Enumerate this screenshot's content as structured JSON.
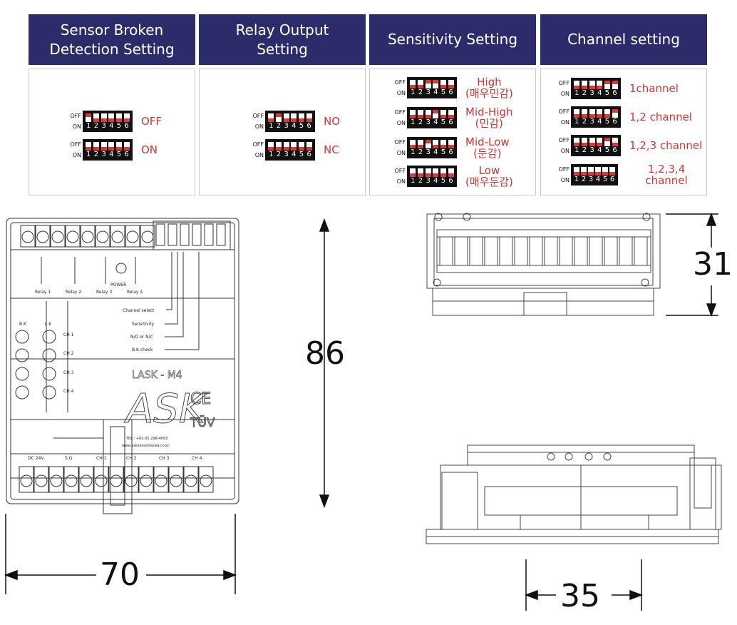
{
  "headers": {
    "sensor_broken": [
      "Sensor Broken",
      "Detection Setting"
    ],
    "relay_output": [
      "Relay Output",
      "Setting"
    ],
    "sensitivity": "Sensitivity Setting",
    "channel": "Channel setting"
  },
  "switch_labels": {
    "off": "OFF",
    "on": "ON",
    "numbers": [
      "1",
      "2",
      "3",
      "4",
      "5",
      "6"
    ]
  },
  "sensor_rows": [
    {
      "value": "OFF",
      "pos": [
        "off",
        "on",
        "on",
        "on",
        "on",
        "on"
      ]
    },
    {
      "value": "ON",
      "pos": [
        "on",
        "on",
        "on",
        "on",
        "on",
        "on"
      ]
    }
  ],
  "relay_rows": [
    {
      "value": "NO",
      "pos": [
        "on",
        "off",
        "on",
        "on",
        "on",
        "on"
      ]
    },
    {
      "value": "NC",
      "pos": [
        "on",
        "on",
        "on",
        "on",
        "on",
        "on"
      ]
    }
  ],
  "sensitivity_rows": [
    {
      "value": [
        "High",
        "(매우민감)"
      ],
      "pos": [
        "on",
        "on",
        "off",
        "off",
        "on",
        "on"
      ]
    },
    {
      "value": [
        "Mid-High",
        "(민감)"
      ],
      "pos": [
        "on",
        "on",
        "on",
        "off",
        "on",
        "on"
      ]
    },
    {
      "value": [
        "Mid-Low",
        "(둔감)"
      ],
      "pos": [
        "on",
        "on",
        "off",
        "on",
        "on",
        "on"
      ]
    },
    {
      "value": [
        "Low",
        "(매우둔감)"
      ],
      "pos": [
        "on",
        "on",
        "on",
        "on",
        "on",
        "on"
      ]
    }
  ],
  "channel_rows": [
    {
      "value": "1channel",
      "pos": [
        "on",
        "on",
        "on",
        "on",
        "off",
        "off"
      ]
    },
    {
      "value": "1,2 channel",
      "pos": [
        "on",
        "on",
        "on",
        "on",
        "on",
        "off"
      ]
    },
    {
      "value": "1,2,3 channel",
      "pos": [
        "on",
        "on",
        "on",
        "on",
        "off",
        "on"
      ]
    },
    {
      "value": "1,2,3,4 channel",
      "pos": [
        "on",
        "on",
        "on",
        "on",
        "on",
        "on"
      ]
    }
  ],
  "device": {
    "relays": [
      "Relay 1",
      "Relay 2",
      "Relay 3",
      "Relay 4"
    ],
    "power": "POWER",
    "settings": [
      "Channel select",
      "Sensitivity",
      "N/O or N/C",
      "B.K check"
    ],
    "bk": "B.K",
    "lk": "L.K",
    "channels": [
      "CH 1",
      "CH 2",
      "CH 3",
      "CH 4"
    ],
    "model": "LASK - M4",
    "logo": "ASK",
    "ce": "CE",
    "tuv": "TÜV",
    "contact": "TEL : +82-31-298-4093",
    "web": "www.asksensorkorea.co.kr",
    "bottom_labels": [
      "DC 24V",
      "S.G",
      "CH 1",
      "CH 2",
      "CH 3",
      "CH 4"
    ]
  },
  "dimensions": {
    "height": "86",
    "width": "70",
    "depth": "31",
    "rail": "35"
  }
}
